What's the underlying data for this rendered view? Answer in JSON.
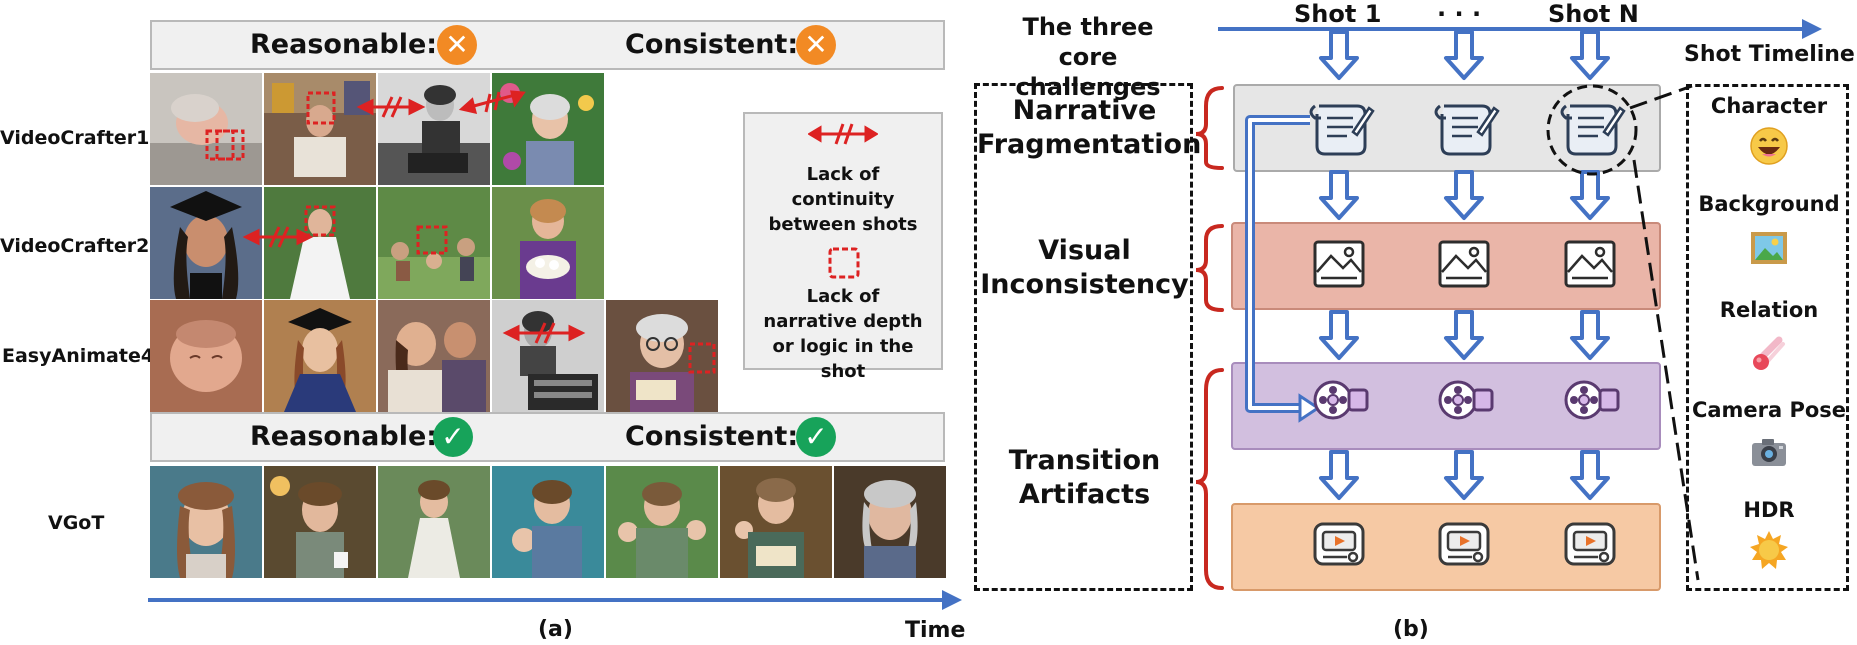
{
  "panel_a": {
    "top_bar": {
      "reasonable_label": "Reasonable:",
      "consistent_label": "Consistent:",
      "reasonable_mark": "✕",
      "consistent_mark": "✕"
    },
    "bottom_bar": {
      "reasonable_label": "Reasonable:",
      "consistent_label": "Consistent:",
      "reasonable_mark": "✓",
      "consistent_mark": "✓"
    },
    "rows": [
      {
        "label": "VideoCrafter1"
      },
      {
        "label": "VideoCrafter2"
      },
      {
        "label": "EasyAnimate4"
      },
      {
        "label": "VGoT"
      }
    ],
    "legend": {
      "continuity_text": "Lack of continuity between shots",
      "depth_text": "Lack of narrative depth or logic in the shot"
    },
    "axis_label": "Time",
    "caption": "(a)"
  },
  "panel_b": {
    "header": "The three core challenges",
    "shots": {
      "first": "Shot 1",
      "middle": "· · ·",
      "last": "Shot N"
    },
    "timeline_label": "Shot Timeline",
    "challenges": {
      "narrative": "Narrative Fragmentation",
      "visual": "Visual Inconsistency",
      "transition": "Transition Artifacts"
    },
    "side_items": [
      "Character",
      "Background",
      "Relation",
      "Camera Pose",
      "HDR"
    ],
    "caption": "(b)"
  },
  "colors": {
    "arrow_blue": "#4472c4",
    "red_bracket": "#c8281f",
    "lane_gray": "#e6e6e6",
    "lane_red": "#eab5a8",
    "lane_purple": "#d2bfdf",
    "lane_orange": "#f6c9a4",
    "badge_orange": "#f28a24",
    "badge_green": "#17a35a"
  }
}
